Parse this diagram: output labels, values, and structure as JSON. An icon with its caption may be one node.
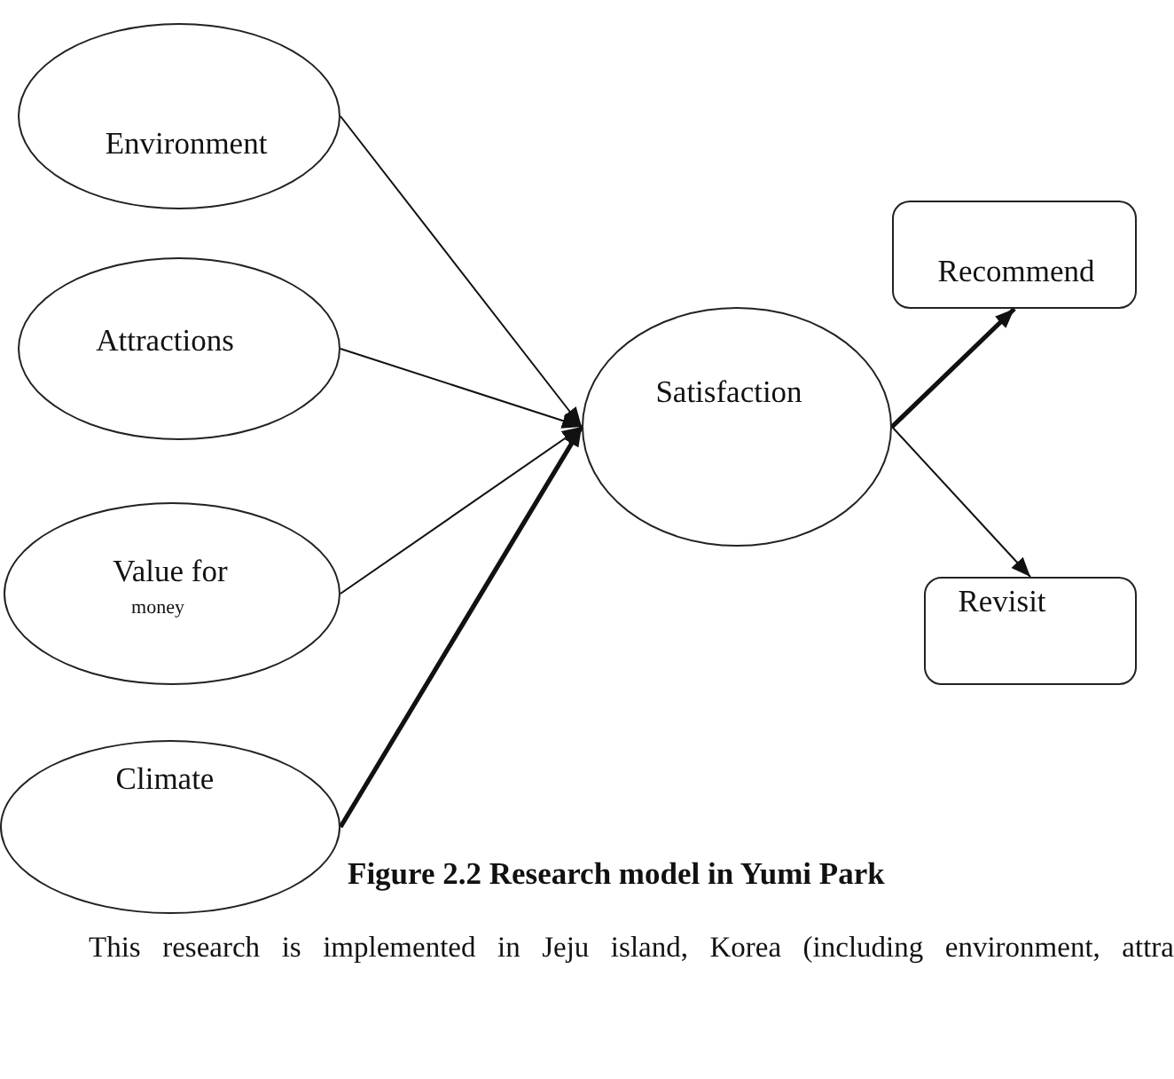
{
  "diagram": {
    "caption": "Figure 2.2 Research model in Yumi Park",
    "nodes": [
      {
        "text": [
          "Environment"
        ]
      },
      {
        "text": [
          "Attractions"
        ]
      },
      {
        "text": [
          "Value for",
          "money"
        ]
      },
      {
        "text": [
          "Climate"
        ]
      },
      {
        "text": [
          "Satisfaction"
        ]
      },
      {
        "text": [
          "Recommend"
        ]
      },
      {
        "text": [
          "Revisit"
        ]
      }
    ],
    "edges": [
      {
        "from": 0,
        "to": 4,
        "arrow": "to"
      },
      {
        "from": 1,
        "to": 4,
        "arrow": "to"
      },
      {
        "from": 2,
        "to": 4,
        "arrow": "to"
      },
      {
        "from": 3,
        "to": 4,
        "arrow": "to",
        "style": "thick"
      },
      {
        "from": 4,
        "to": 5,
        "arrow": "to",
        "style": "thick"
      },
      {
        "from": 4,
        "to": 6,
        "arrow": "to"
      }
    ],
    "labels": [
      "This research is implemented in Jeju island, Korea (including environment, attra"
    ]
  }
}
